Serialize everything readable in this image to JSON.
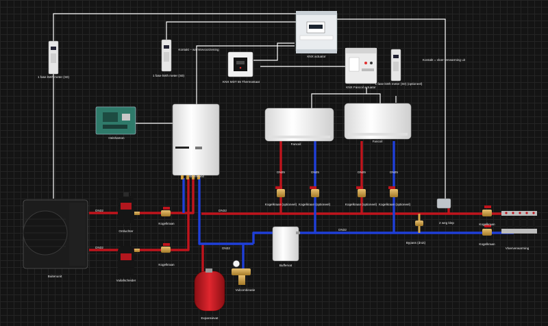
{
  "labels": {
    "kwh_meter_left": "1 fase kWh meter (S0)",
    "kwh_meter_mid": "1 fase kWh meter (S0)",
    "kwh_meter_right": "1 fase kWh meter (S0) (optioneel)",
    "knx_actuator": "KNX actuator",
    "knx_thermostat": "KNX MDT 55 Thermostaat",
    "knx_fancoil_actuator": "KNX Fancoil actuator",
    "heishamon": "Heishamon",
    "binnenunit": "Binnenunit",
    "buitenunit": "Buitenunit",
    "fancoil_1": "Fancoil",
    "fancoil_2": "Fancoil",
    "ontluchter": "Ontluchter",
    "vuilafscheider": "Vuilafscheider",
    "kogelkraan_1": "Kogelkraan",
    "kogelkraan_2": "Kogelkraan",
    "kogelkraan_opt_1": "Kogelkraan (optioneel)",
    "kogelkraan_opt_2": "Kogelkraan (optioneel)",
    "kogelkraan_opt_3": "Kogelkraan (optioneel)",
    "kogelkraan_opt_4": "Kogelkraan (optioneel)",
    "kogelkraan_right_top": "Kogelkraan",
    "kogelkraan_right_bottom": "Kogelkraan",
    "dn32_top": "DN32",
    "dn32_bottom": "DN32",
    "dn32_pipe_top": "DN32",
    "dn32_pipe_bottom": "DN32",
    "dn32_pipe_right": "DN32",
    "dn25_a": "DN25",
    "dn25_b": "DN25",
    "dn25_c": "DN25",
    "dn25_d": "DN25",
    "expansievat": "Expansievat",
    "vulcombinatie": "Vulcombinatie",
    "buffervat": "Buffervat",
    "bypass": "Bypass (druk)",
    "tweeweg_klep": "2 weg klep",
    "vloerverwarming": "Vloerverwarming",
    "wire_binnenunit": "Kontakt – warmtevoorziening",
    "wire_klep": "Kontakt = vloer-verwarming uit"
  },
  "colors": {
    "supply_pipe": "#c0141c",
    "return_pipe": "#1f3fd8",
    "signal_wire": "#ffffff",
    "background": "#141414"
  }
}
